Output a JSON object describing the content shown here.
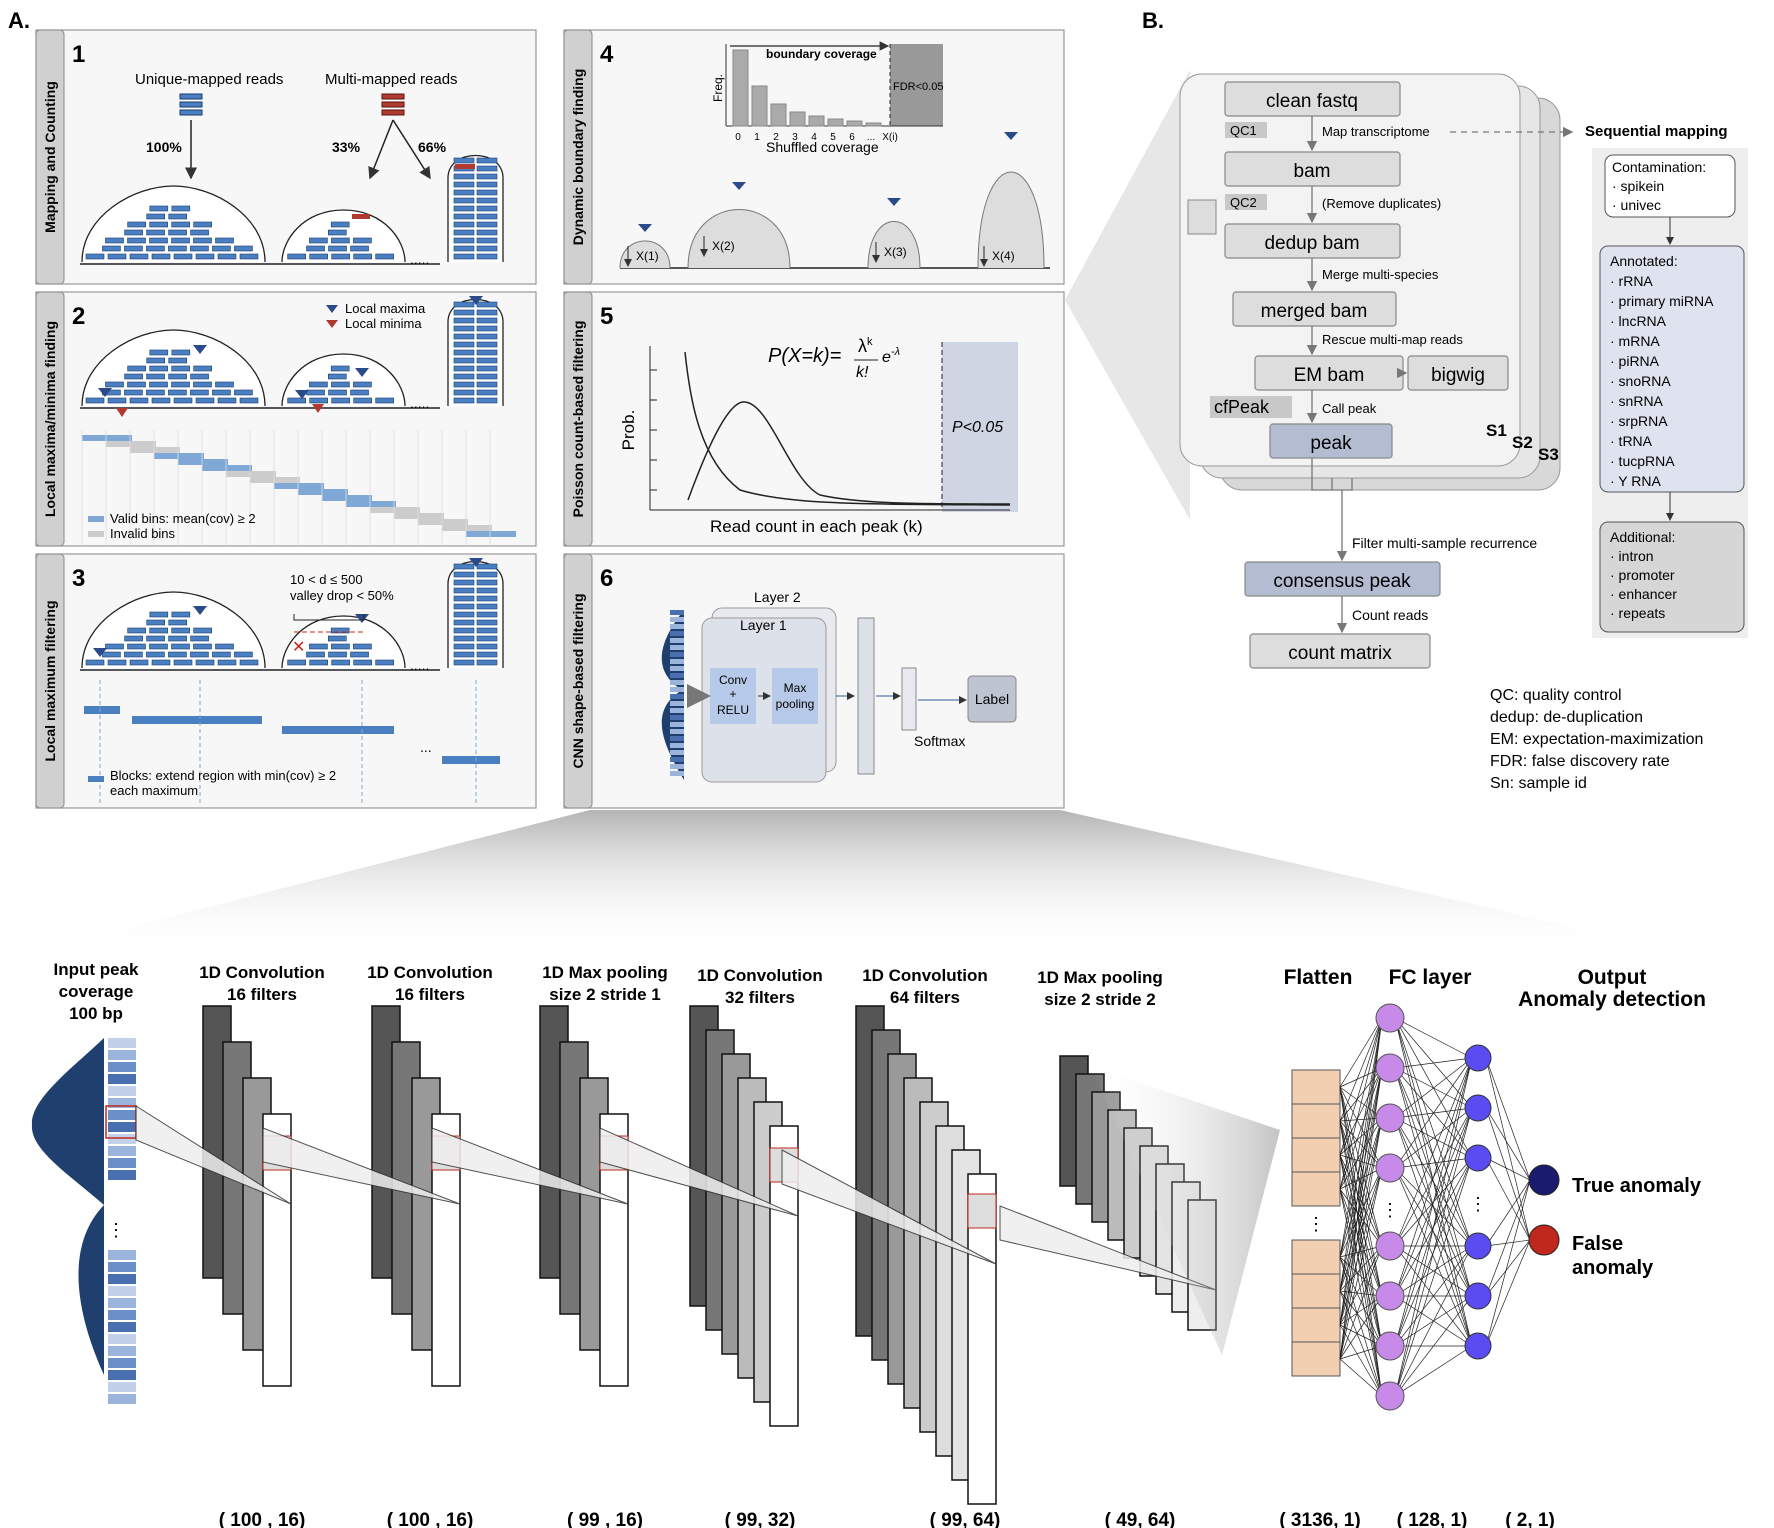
{
  "panel_a": {
    "label": "A.",
    "panels": [
      {
        "num": "1",
        "side": "Mapping and Counting",
        "unique": "Unique-mapped reads",
        "multi": "Multi-mapped reads",
        "pct100": "100%",
        "pct33": "33%",
        "pct66": "66%"
      },
      {
        "num": "2",
        "side": "Local maxima/minima finding",
        "legend_max": "Local maxima",
        "legend_min": "Local minima",
        "valid": "Valid bins: mean(cov) ≥ 2",
        "invalid": "Invalid bins"
      },
      {
        "num": "3",
        "side": "Local maximum filtering",
        "cond1": "10 < d ≤ 500",
        "cond2": "valley drop < 50%",
        "blocks1": "Blocks: extend region with min(cov) ≥ 2",
        "blocks2": "each maximum"
      },
      {
        "num": "4",
        "side": "Dynamic boundary finding",
        "boundary": "boundary coverage",
        "freq": "Freq.",
        "fdr": "FDR<0.05",
        "xticks": [
          "0",
          "1",
          "2",
          "3",
          "4",
          "5",
          "6",
          "...",
          "X(i)"
        ],
        "shuffled": "Shuffled coverage",
        "xs": [
          "X(1)",
          "X(2)",
          "X(3)",
          "X(4)"
        ]
      },
      {
        "num": "5",
        "side": "Poisson count-based filtering",
        "prob": "Prob.",
        "pval": "P<0.05",
        "xlabel": "Read count in each peak (k)"
      },
      {
        "num": "6",
        "side": "CNN shape-based filtering",
        "layer2": "Layer 2",
        "layer1": "Layer 1",
        "conv": [
          "Conv",
          "+",
          "RELU"
        ],
        "maxpool": [
          "Max",
          "pooling"
        ],
        "softmax": "Softmax",
        "label": "Label"
      }
    ]
  },
  "panel_b": {
    "label": "B.",
    "nodes": {
      "clean_fastq": "clean fastq",
      "bam": "bam",
      "dedup_bam": "dedup bam",
      "merged_bam": "merged bam",
      "em_bam": "EM bam",
      "bigwig": "bigwig",
      "peak": "peak",
      "consensus": "consensus peak",
      "count_matrix": "count matrix"
    },
    "badges": {
      "qc1": "QC1",
      "qc2": "QC2",
      "cfpeak": "cfPeak"
    },
    "edges": {
      "map": "Map transcriptome",
      "remove": "(Remove duplicates)",
      "merge": "Merge multi-species",
      "rescue": "Rescue multi-map reads",
      "call": "Call peak",
      "filter": "Filter multi-sample recurrence",
      "count": "Count reads"
    },
    "samples": [
      "S1",
      "S2",
      "S3"
    ],
    "seq_title": "Sequential mapping",
    "contamination": {
      "title": "Contamination:",
      "items": [
        "· spikein",
        "· univec"
      ]
    },
    "annotated": {
      "title": "Annotated:",
      "items": [
        "· rRNA",
        "· primary miRNA",
        "· lncRNA",
        "· mRNA",
        "· piRNA",
        "· snoRNA",
        "· snRNA",
        "· srpRNA",
        "· tRNA",
        "· tucpRNA",
        "· Y RNA"
      ]
    },
    "additional": {
      "title": "Additional:",
      "items": [
        "· intron",
        "· promoter",
        "· enhancer",
        "· repeats"
      ]
    },
    "legend": [
      "QC: quality control",
      "dedup: de-duplication",
      "EM: expectation-maximization",
      "FDR: false discovery rate",
      "Sn: sample id"
    ]
  },
  "cnn": {
    "columns": [
      {
        "title": [
          "Input peak",
          "coverage",
          "100 bp"
        ],
        "shape": "( 100 , 16)"
      },
      {
        "title": [
          "1D Convolution",
          "16 filters"
        ],
        "shape": "( 100 , 16)"
      },
      {
        "title": [
          "1D Max pooling",
          "size 2 stride 1"
        ],
        "shape": "( 99 , 16)"
      },
      {
        "title": [
          "1D Convolution",
          "32 filters"
        ],
        "shape": "( 99, 32)"
      },
      {
        "title": [
          "1D Convolution",
          "64 filters"
        ],
        "shape": "( 99, 64)"
      },
      {
        "title": [
          "1D Max pooling",
          "size 2 stride 2"
        ],
        "shape": "( 49, 64)"
      },
      {
        "title": [
          "Flatten"
        ],
        "shape": "( 3136, 1)"
      },
      {
        "title": [
          "FC layer"
        ],
        "shape": "( 128, 1)"
      },
      {
        "title": [
          "Output",
          "Anomaly detection"
        ],
        "shape": "( 2, 1)"
      }
    ],
    "conv1_title": [
      "1D Convolution",
      "16 filters"
    ],
    "true_anomaly": "True anomaly",
    "false_anomaly": [
      "False",
      "anomaly"
    ],
    "colors": {
      "dark_blue": "#1f3f6e",
      "fc": "#c88ae8",
      "out_true": "#1a1a6e",
      "out_false": "#c0281e",
      "flatten": "#f3cfb2",
      "hidden": "#5a4cf0"
    }
  }
}
